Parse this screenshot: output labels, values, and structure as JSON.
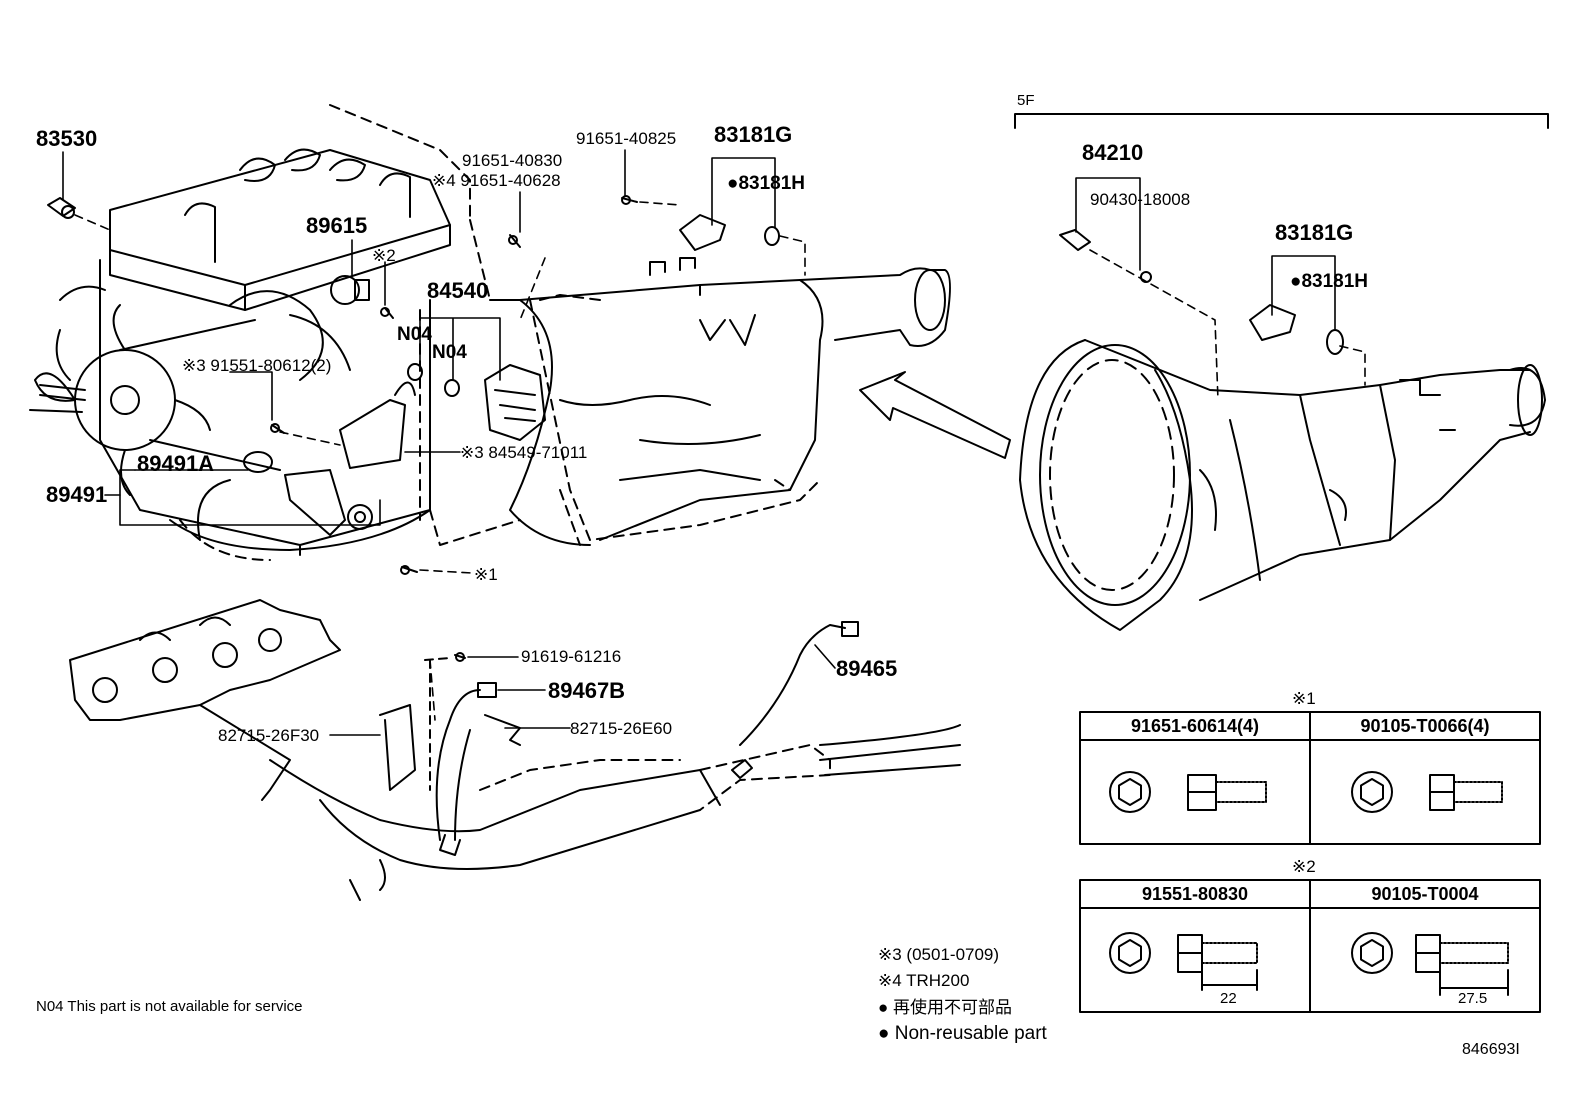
{
  "title": "",
  "group_label": "5F",
  "labels": {
    "p83530": "83530",
    "p89615": "89615",
    "p91651_40830": "91651-40830",
    "p91651_40628": "※4 91651-40628",
    "p91651_40825": "91651-40825",
    "p83181G_a": "83181G",
    "p83181H_a": "●83181H",
    "note2": "※2",
    "p84540": "84540",
    "n04_a": "N04",
    "n04_b": "N04",
    "p91551_80612": "※3 91551-80612(2)",
    "p89491A": "89491A",
    "p89491": "89491",
    "p84549": "※3 84549-71011",
    "note1_bolt": "※1",
    "p84210": "84210",
    "p90430": "90430-18008",
    "p83181G_b": "83181G",
    "p83181H_b": "●83181H",
    "p91619": "91619-61216",
    "p89467B": "89467B",
    "p89465": "89465",
    "p82715_26F30": "82715-26F30",
    "p82715_26E60": "82715-26E60"
  },
  "table1": {
    "mark": "※1",
    "col1": "91651-60614(4)",
    "col2": "90105-T0066(4)"
  },
  "table2": {
    "mark": "※2",
    "col1": "91551-80830",
    "col2": "90105-T0004",
    "dim1": "22",
    "dim2": "27.5"
  },
  "legend": {
    "note3": "※3 (0501-0709)",
    "note4": "※4 TRH200",
    "nonreuse_jp": "● 再使用不可部品",
    "nonreuse_en": "● Non-reusable part",
    "n04_note": "N04  This part is not available for service"
  },
  "diagram_id": "846693I"
}
